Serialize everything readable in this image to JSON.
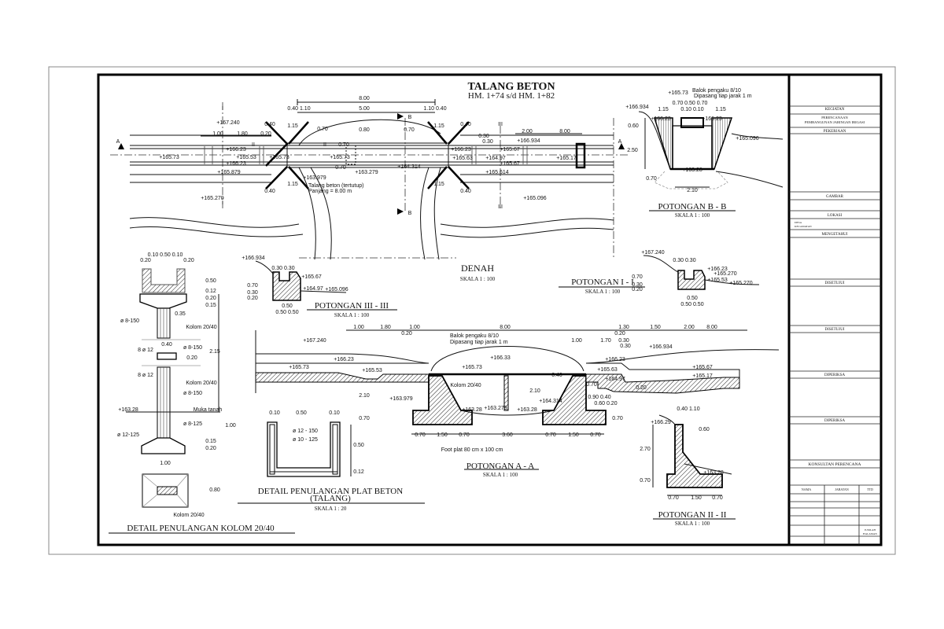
{
  "title_block": {
    "kegiatan": "KEGIATAN",
    "kegiatan_value_1": "PERENCANAAN",
    "kegiatan_value_2": "PEMBANGUNAN JARINGAN IRIGASI",
    "pekerjaan": "PEKERJAAN",
    "gambar": "GAMBAR",
    "lokasi": "LOKASI",
    "lokasi_desa": "DESA",
    "lokasi_kecamatan": "KECAMATAN",
    "mengetahui": "MENGETAHUI",
    "disetujui_1": "DISETUJUI",
    "disetujui_2": "DISETUJUI",
    "diperiksa_1": "DIPERIKSA",
    "diperiksa_2": "DIPERIKSA",
    "konsultan": "KONSULTAN PERENCANA",
    "col_nama": "NAMA",
    "col_jabatan": "JABATAN",
    "col_ttd": "TTD",
    "jumlah_1": "JUMLAH",
    "jumlah_2": "HALAMAN"
  },
  "plan": {
    "title": "TALANG BETON",
    "subtitle": "HM. 1+74 s/d HM. 1+82",
    "name": "DENAH",
    "scale": "SKALA 1 : 100",
    "labels": [
      "8.00",
      "0.40  1.10",
      "5.00",
      "1.10  0.40",
      "I",
      "I",
      "+167.240",
      "1.00",
      "1.80",
      "0.20",
      "II",
      "II",
      "0.70",
      "0.80",
      "0.70",
      "0.70",
      "+165.73",
      "+165.53",
      "+165.73",
      "+165.73",
      "+166.23",
      "+166.23",
      "+165.879",
      "0.70",
      "+163.279",
      "+163.979",
      "Talang beton (tertutup)",
      "Panjang = 8.00 m",
      "+164.314",
      "+166.23",
      "+165.63",
      "+164.97",
      "+165.67",
      "+165.67",
      "+165.614",
      "+165.17",
      "+166.934",
      "2.00",
      "8.00",
      "III",
      "III",
      "+165.270",
      "+165.096",
      "0.30",
      "0.30",
      "B",
      "B",
      "A",
      "A",
      "2.50",
      "0.40",
      "0.40",
      "0.40",
      "0.40",
      "1.15",
      "1.15",
      "1.15",
      "1.15"
    ]
  },
  "section_bb": {
    "name": "POTONGAN  B - B",
    "scale": "SKALA 1 : 100",
    "labels": [
      "Balok pengaku 8/10",
      "Dipasang tiap jarak 1 m",
      "+165.73",
      "+166.934",
      "0.70 0.50 0.70",
      "1.15",
      "0.10 0.10",
      "1.15",
      "+166.23",
      "+166.23",
      "0.60",
      "+165.096",
      "+163.28",
      "0.70",
      "2.10"
    ]
  },
  "section_ii": {
    "name": "POTONGAN  I - I",
    "scale": "SKALA 1 : 100",
    "labels": [
      "+167.240",
      "0.30  0.30",
      "+166.23",
      "+165.270",
      "+165.53",
      "+165.270",
      "0.70",
      "0.30",
      "0.20",
      "0.50",
      "0.50  0.50"
    ]
  },
  "section_iii": {
    "name": "POTONGAN  III - III",
    "scale": "SKALA 1 : 100",
    "labels": [
      "+166.934",
      "0.30  0.30",
      "+165.67",
      "+164.97",
      "+165.096",
      "0.70",
      "0.30",
      "0.20",
      "0.50",
      "0.50  0.50"
    ]
  },
  "kolom_detail": {
    "name": "DETAIL PENULANGAN KOLOM 20/40",
    "labels": [
      "0.10 0.50 0.10",
      "0.20",
      "0.20",
      "0.50",
      "0.12",
      "0.20",
      "0.15",
      "0.35",
      "ø 8-150",
      "Kolom 20/40",
      "0.40",
      "8 ø 12",
      "ø 8-150",
      "0.20",
      "2.15",
      "8 ø 12",
      "Kolom 20/40",
      "ø 8-150",
      "+163.28",
      "Muka tanah",
      "1.00",
      "ø 8-125",
      "ø 12-125",
      "0.15",
      "0.20",
      "1.00",
      "0.80",
      "Kolom 20/40"
    ]
  },
  "plat_detail": {
    "name_1": "DETAIL PENULANGAN PLAT BETON",
    "name_2": "(TALANG)",
    "scale": "SKALA 1 : 20",
    "labels": [
      "0.10",
      "0.50",
      "0.10",
      "ø 12 - 150",
      "ø 10 - 125",
      "0.50",
      "0.12"
    ]
  },
  "section_aa": {
    "name": "POTONGAN  A - A",
    "scale": "SKALA 1 : 100",
    "labels": [
      "1.00",
      "1.80",
      "1.00",
      "0.20",
      "8.00",
      "1.30",
      "0.20",
      "1.50",
      "2.00",
      "8.00",
      "Balok pengaku 8/10",
      "Dipasang tiap jarak 1 m",
      "+167.240",
      "1.00",
      "1.70",
      "0.30",
      "0.30",
      "+166.934",
      "+166.23",
      "+166.33",
      "+166.23",
      "+165.73",
      "+165.53",
      "+165.73",
      "+165.63",
      "+165.67",
      "+165.17",
      "+164.97",
      "0.40",
      "0.70",
      "0.20",
      "Kolom 20/40",
      "2.10",
      "2.10",
      "0.90  0.40",
      "0.60  0.20",
      "+163.979",
      "+164.314",
      "+163.28",
      "+163.279",
      "+163.28",
      "0.70",
      "0.70",
      "0.70",
      "1.50",
      "0.70",
      "3.60",
      "0.70",
      "1.50",
      "0.70",
      "Foot plat 80 cm x 100 cm"
    ]
  },
  "section_iiii": {
    "name": "POTONGAN  II - II",
    "scale": "SKALA 1 : 100",
    "labels": [
      "0.40 1.10",
      "+166.29",
      "0.60",
      "2.70",
      "+163.28",
      "0.70",
      "0.70",
      "1.50",
      "0.70"
    ]
  }
}
